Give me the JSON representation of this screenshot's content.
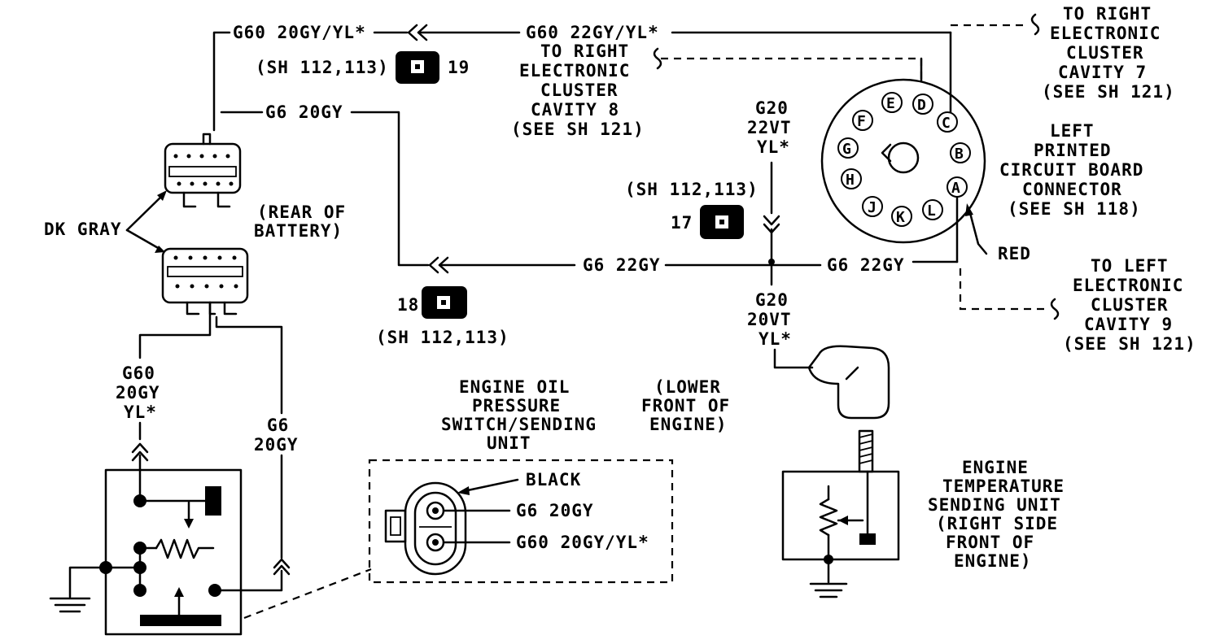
{
  "labels": {
    "g60_top_left": "G60 20GY/YL*",
    "g60_top_right": "G60 22GY/YL*",
    "sh_112_113_top": "(SH 112,113)",
    "splice_19": "19",
    "g6_20gy_top": "G6 20GY",
    "rear_of_battery": [
      "(REAR OF",
      "BATTERY)"
    ],
    "dk_gray": "DK GRAY",
    "right_cluster_8": [
      "TO RIGHT",
      "ELECTRONIC",
      "CLUSTER",
      "CAVITY 8",
      "(SEE SH 121)"
    ],
    "right_cluster_7": [
      "TO RIGHT",
      "ELECTRONIC",
      "CLUSTER",
      "CAVITY 7",
      "(SEE SH 121)"
    ],
    "g20_22vt": [
      "G20",
      "22VT",
      "YL*"
    ],
    "sh_112_113_mid": "(SH 112,113)",
    "splice_17": "17",
    "left_pcb": [
      "LEFT",
      "PRINTED",
      "CIRCUIT BOARD",
      "CONNECTOR",
      "(SEE SH 118)"
    ],
    "red": "RED",
    "g6_22gy_left": "G6 22GY",
    "g6_22gy_right": "G6 22GY",
    "left_cluster_9": [
      "TO LEFT",
      "ELECTRONIC",
      "CLUSTER",
      "CAVITY 9",
      "(SEE SH 121)"
    ],
    "splice_18": "18",
    "sh_112_113_bottom": "(SH 112,113)",
    "g20_20vt": [
      "G20",
      "20VT",
      "YL*"
    ],
    "g60_20gy_vert": [
      "G60",
      "20GY",
      "YL*"
    ],
    "g6_20gy_vert": [
      "G6",
      "20GY"
    ],
    "engine_oil": [
      "ENGINE OIL",
      "PRESSURE",
      "SWITCH/SENDING",
      "UNIT"
    ],
    "lower_front": [
      "(LOWER",
      "FRONT OF",
      "ENGINE)"
    ],
    "black": "BLACK",
    "g6_20gy_conn": "G6 20GY",
    "g60_20gy_conn": "G60 20GY/YL*",
    "engine_temp": [
      "ENGINE",
      "TEMPERATURE",
      "SENDING UNIT",
      "(RIGHT SIDE",
      "FRONT OF",
      "ENGINE)"
    ]
  },
  "connector_pins": [
    "A",
    "B",
    "C",
    "D",
    "E",
    "F",
    "G",
    "H",
    "J",
    "K",
    "L"
  ]
}
